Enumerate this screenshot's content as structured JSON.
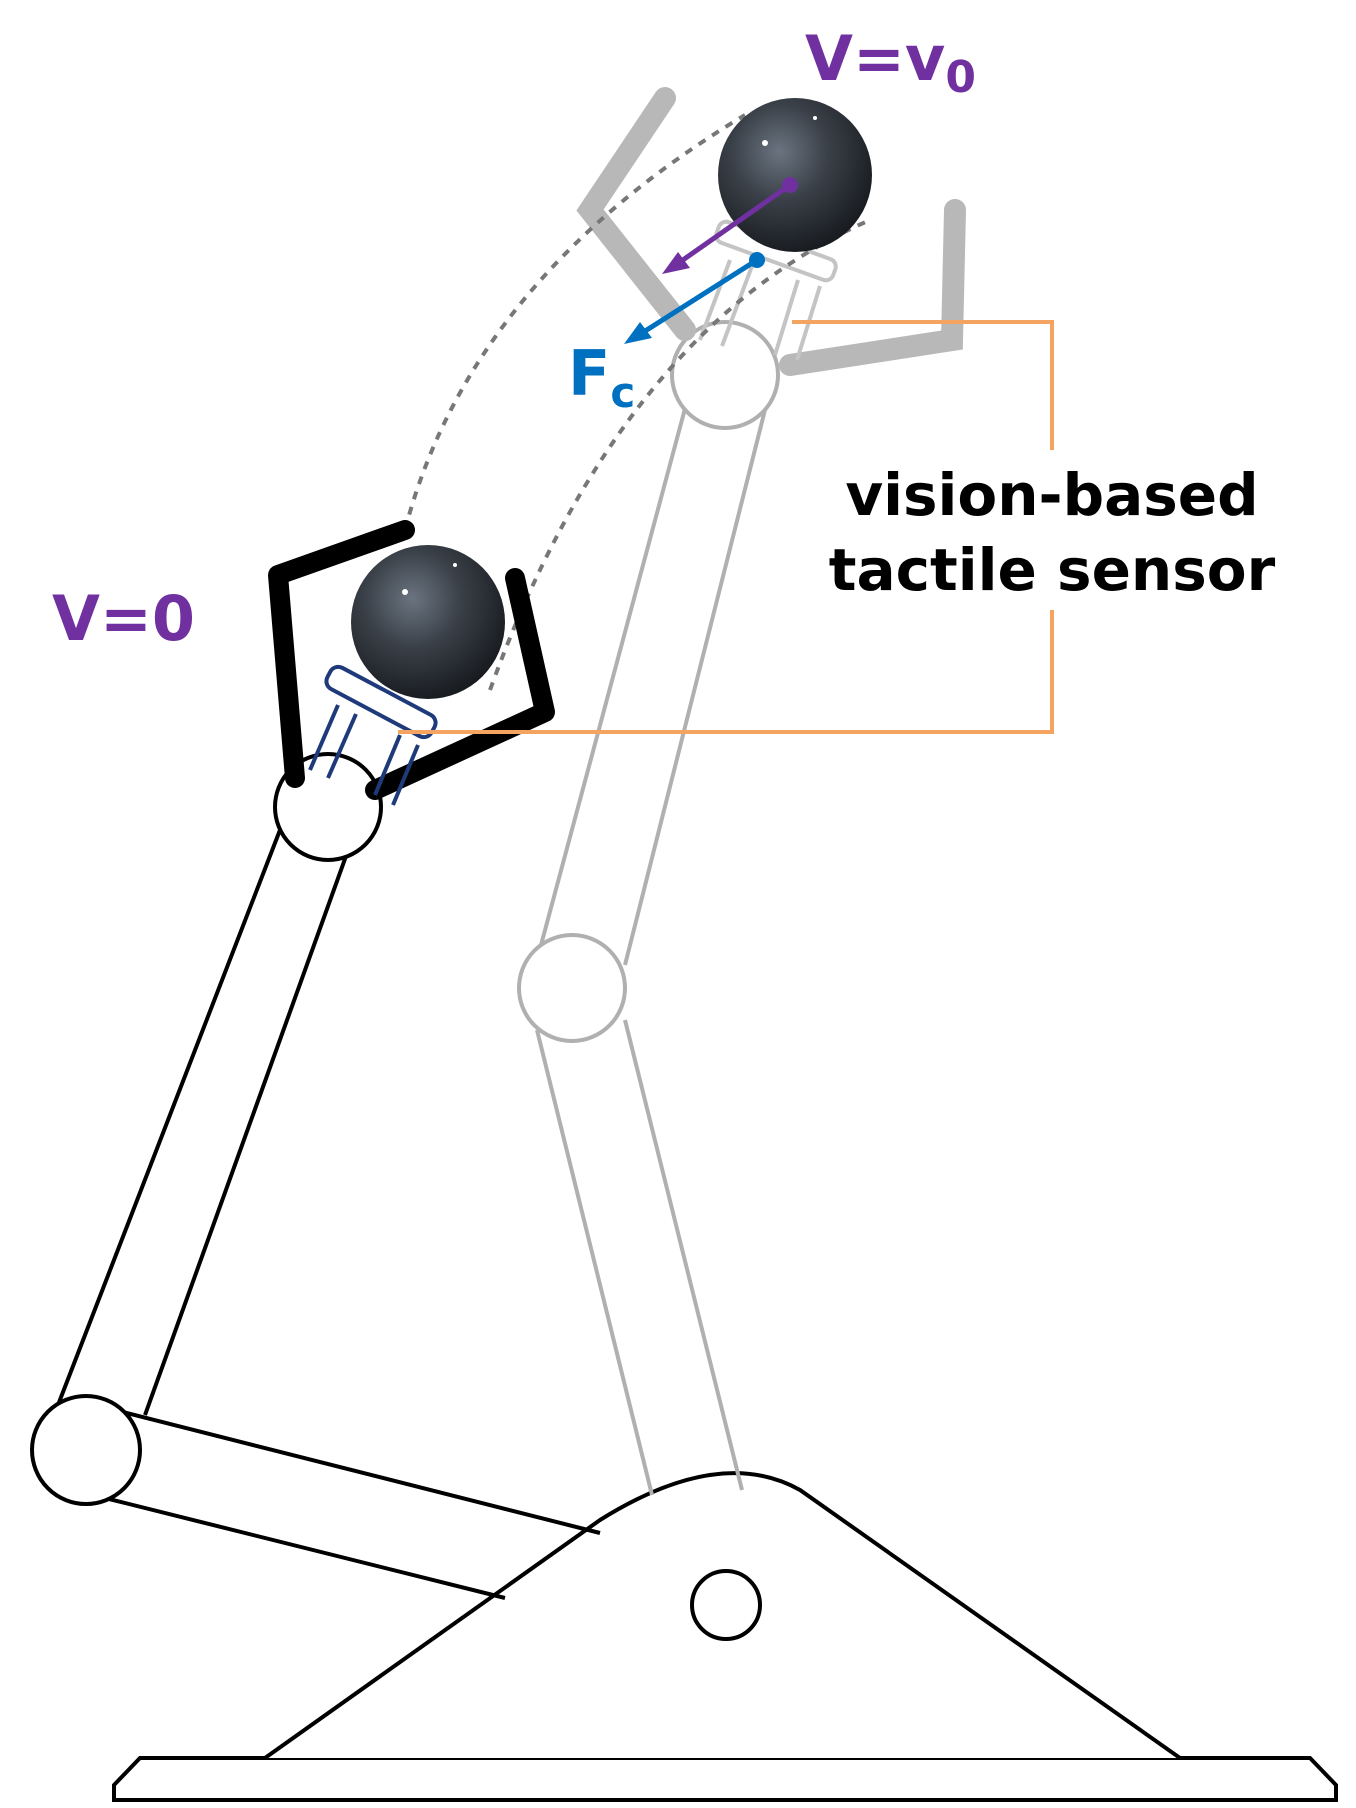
{
  "labels": {
    "velocity_final": "V=v",
    "velocity_final_sub": "0",
    "velocity_initial": "V=0",
    "contact_force": "F",
    "contact_force_sub": "c",
    "sensor_line1": "vision-based",
    "sensor_line2": "tactile sensor"
  },
  "colors": {
    "velocity": "#7030a0",
    "force": "#0070c0",
    "sensor_callout": "#f4a460",
    "ghost_arm": "#b0b0b0",
    "arm": "#000000",
    "sensor_outline": "#1f3a7a"
  }
}
